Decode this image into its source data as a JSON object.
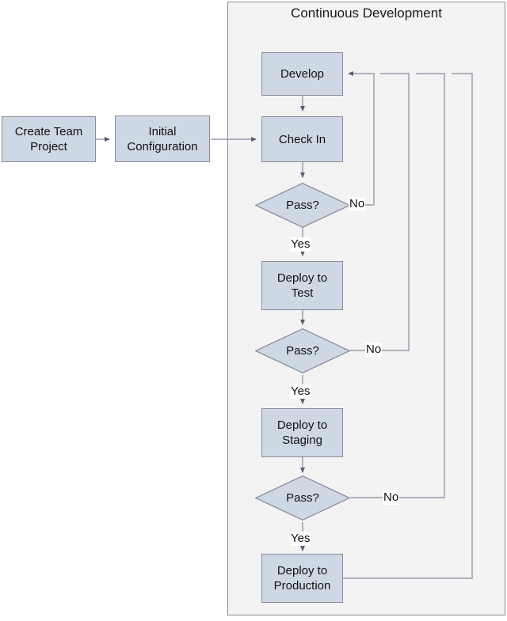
{
  "diagram": {
    "type": "flowchart",
    "title_group": "Continuous Development",
    "nodes": {
      "create_team_project": "Create Team\nProject",
      "create_team_project_line1": "Create Team",
      "create_team_project_line2": "Project",
      "initial_configuration_line1": "Initial",
      "initial_configuration_line2": "Configuration",
      "develop": "Develop",
      "check_in": "Check In",
      "pass_1": "Pass?",
      "pass_2": "Pass?",
      "pass_3": "Pass?",
      "deploy_to_test_line1": "Deploy to",
      "deploy_to_test_line2": "Test",
      "deploy_to_staging_line1": "Deploy to",
      "deploy_to_staging_line2": "Staging",
      "deploy_to_production_line1": "Deploy to",
      "deploy_to_production_line2": "Production"
    },
    "edge_labels": {
      "no_1": "No",
      "yes_1": "Yes",
      "no_2": "No",
      "yes_2": "Yes",
      "no_3": "No",
      "yes_3": "Yes"
    },
    "colors": {
      "node_fill": "#ced8e4",
      "node_stroke": "#8b8b9a",
      "group_fill": "#f3f3f3",
      "group_stroke": "#8b8b9a",
      "connector": "#9a9aab",
      "text": "#111111",
      "page_background": "#ffffff"
    }
  }
}
